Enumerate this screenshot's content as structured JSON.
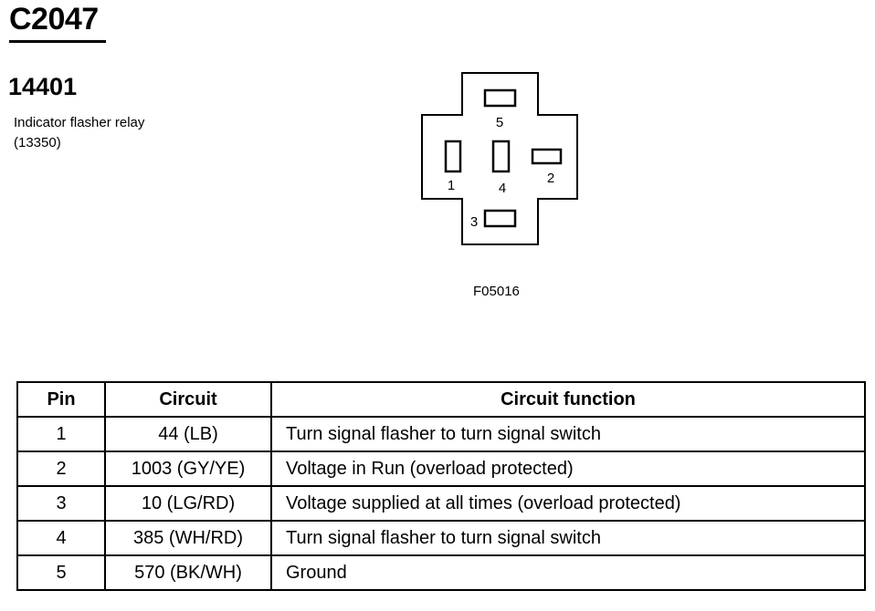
{
  "header": {
    "connector_id": "C2047",
    "component_number": "14401",
    "component_description": "Indicator flasher relay (13350)"
  },
  "diagram": {
    "pin_labels": [
      "1",
      "2",
      "3",
      "4",
      "5"
    ],
    "figure_id": "F05016"
  },
  "table": {
    "headers": [
      "Pin",
      "Circuit",
      "Circuit function"
    ],
    "rows": [
      {
        "pin": "1",
        "circuit": "44 (LB)",
        "function": "Turn signal flasher to turn signal switch"
      },
      {
        "pin": "2",
        "circuit": "1003 (GY/YE)",
        "function": "Voltage in Run (overload protected)"
      },
      {
        "pin": "3",
        "circuit": "10 (LG/RD)",
        "function": "Voltage supplied at all times (overload protected)"
      },
      {
        "pin": "4",
        "circuit": "385 (WH/RD)",
        "function": "Turn signal flasher to turn signal switch"
      },
      {
        "pin": "5",
        "circuit": "570 (BK/WH)",
        "function": "Ground"
      }
    ]
  }
}
